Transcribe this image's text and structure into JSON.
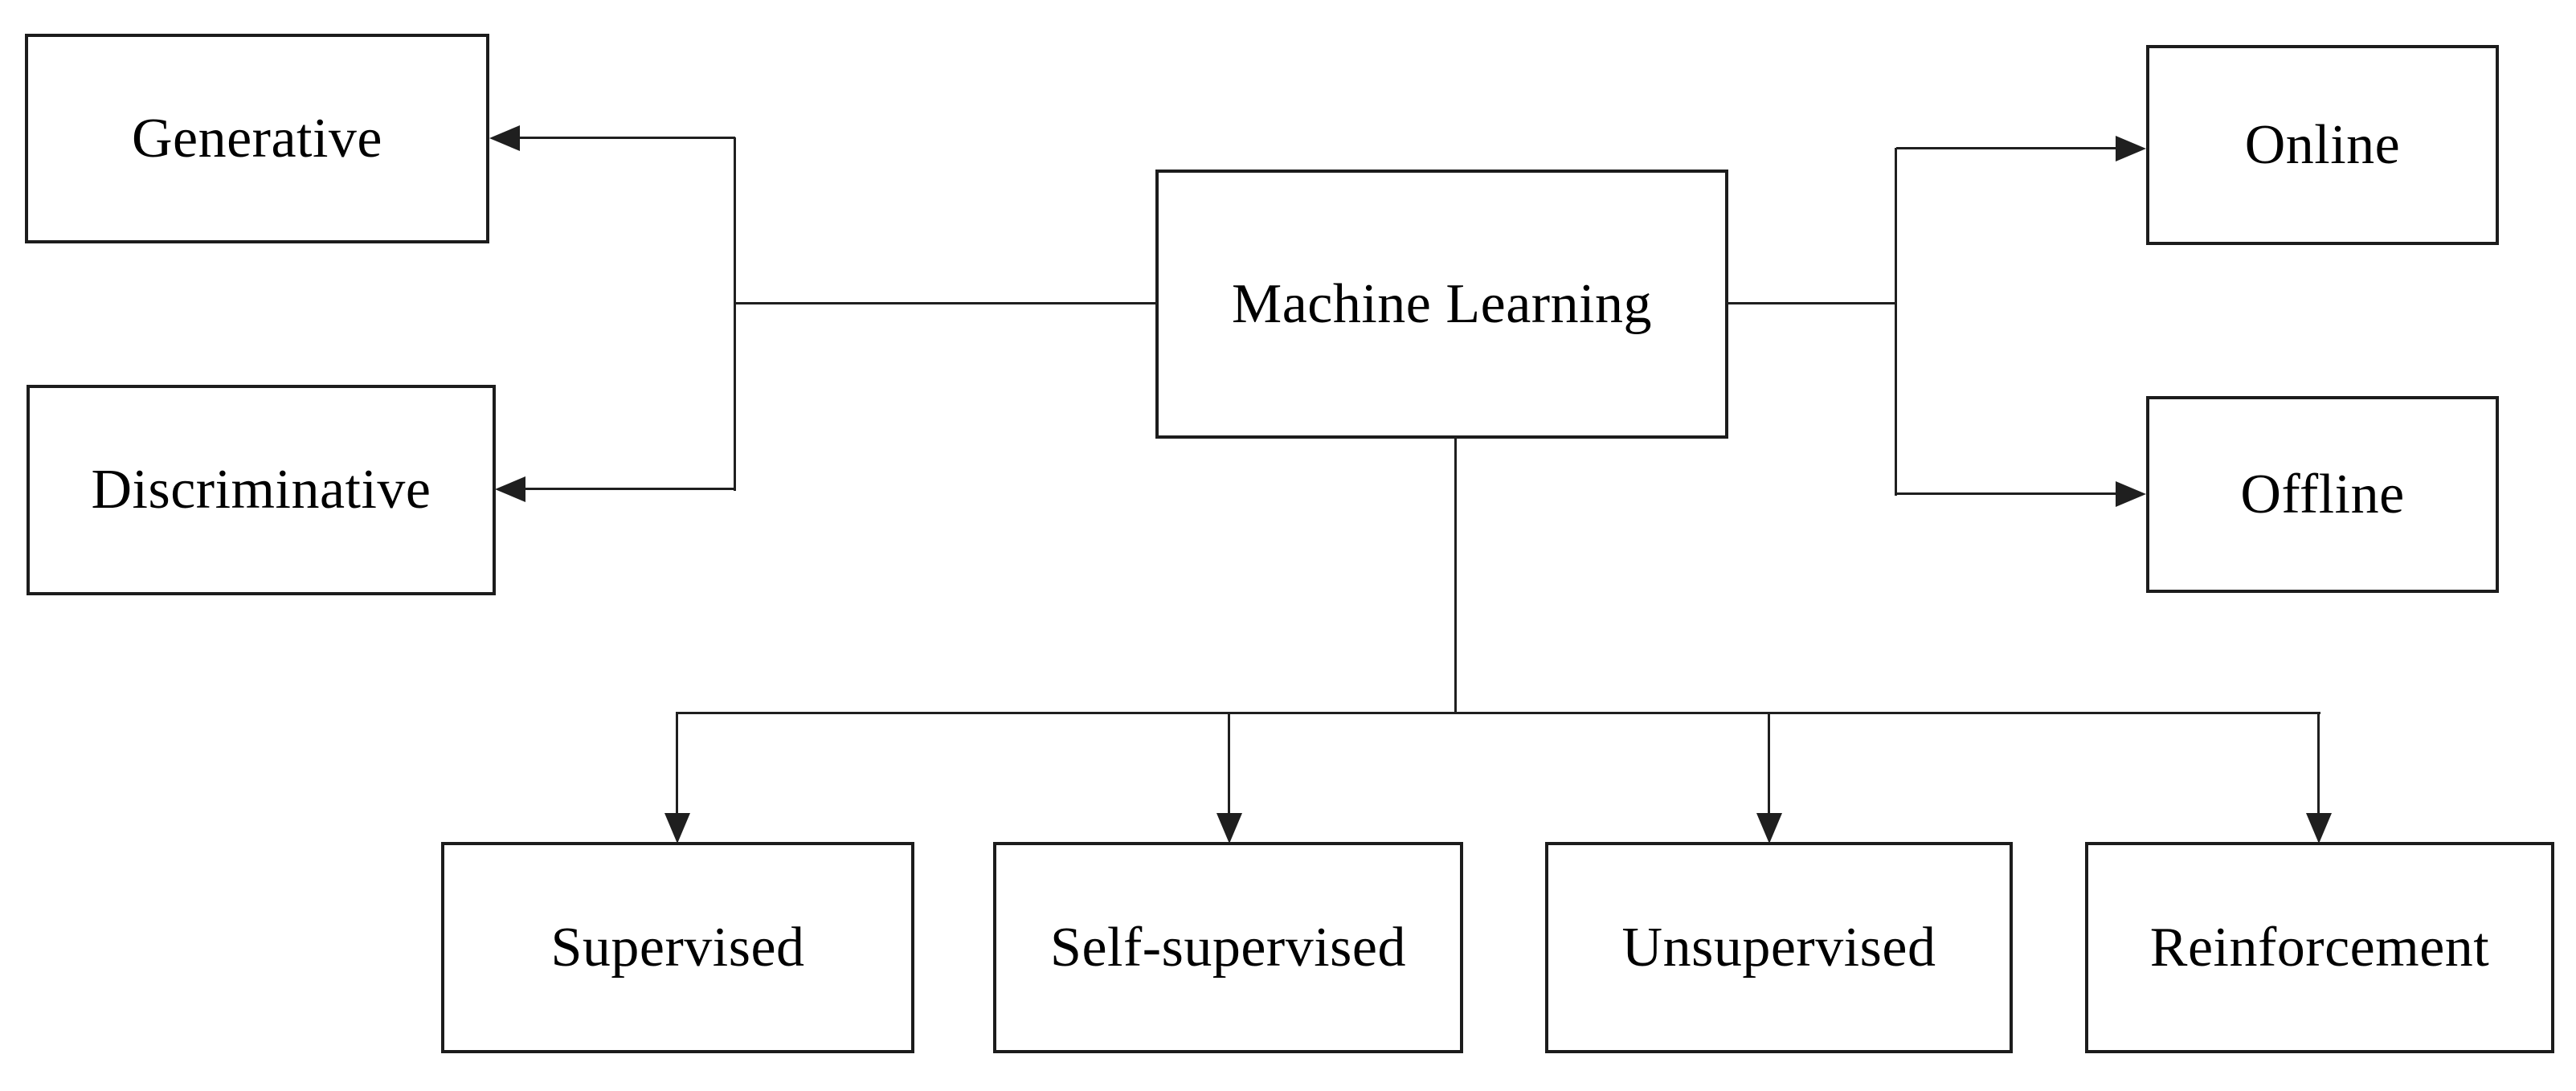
{
  "diagram": {
    "description": "Machine Learning taxonomy flowchart",
    "nodes": {
      "center": {
        "label": "Machine Learning"
      },
      "generative": {
        "label": "Generative"
      },
      "discriminative": {
        "label": "Discriminative"
      },
      "online": {
        "label": "Online"
      },
      "offline": {
        "label": "Offline"
      },
      "supervised": {
        "label": "Supervised"
      },
      "self_supervised": {
        "label": "Self-supervised"
      },
      "unsupervised": {
        "label": "Unsupervised"
      },
      "reinforcement": {
        "label": "Reinforcement"
      }
    },
    "edges": [
      {
        "from": "Machine Learning",
        "to": "Generative"
      },
      {
        "from": "Machine Learning",
        "to": "Discriminative"
      },
      {
        "from": "Machine Learning",
        "to": "Online"
      },
      {
        "from": "Machine Learning",
        "to": "Offline"
      },
      {
        "from": "Machine Learning",
        "to": "Supervised"
      },
      {
        "from": "Machine Learning",
        "to": "Self-supervised"
      },
      {
        "from": "Machine Learning",
        "to": "Unsupervised"
      },
      {
        "from": "Machine Learning",
        "to": "Reinforcement"
      }
    ],
    "colors": {
      "background": "#ffffff",
      "box_fill": "#ffffff",
      "box_border": "#1c1c1c",
      "line": "#1f1f1f",
      "text": "#000000"
    }
  }
}
